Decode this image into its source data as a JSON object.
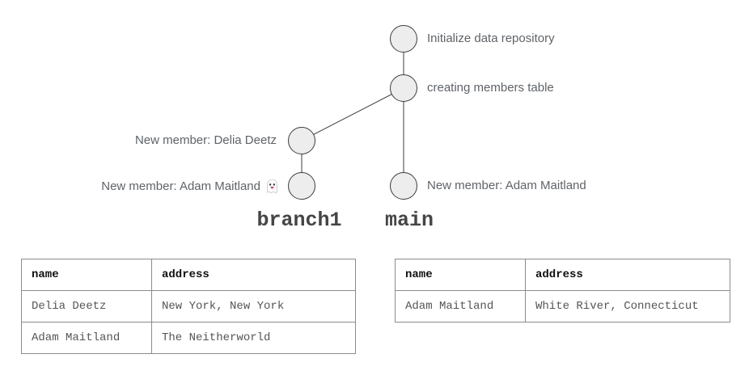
{
  "diagram": {
    "commits": [
      {
        "id": "init",
        "message": "Initialize data repository"
      },
      {
        "id": "members-table",
        "message": "creating members table"
      },
      {
        "id": "delia",
        "message": "New member: Delia Deetz"
      },
      {
        "id": "adam-branch1",
        "message": "New member: Adam Maitland",
        "emoji": "👻"
      },
      {
        "id": "adam-main",
        "message": "New member: Adam Maitland"
      }
    ],
    "branch_labels": [
      {
        "name": "branch1"
      },
      {
        "name": "main"
      }
    ]
  },
  "tables": {
    "branch1": {
      "columns": [
        "name",
        "address"
      ],
      "rows": [
        [
          "Delia Deetz",
          "New York, New York"
        ],
        [
          "Adam Maitland",
          "The Neitherworld"
        ]
      ]
    },
    "main": {
      "columns": [
        "name",
        "address"
      ],
      "rows": [
        [
          "Adam Maitland",
          "White River, Connecticut"
        ]
      ]
    }
  },
  "colors": {
    "background": "#ffffff",
    "node_fill": "#ededed",
    "node_stroke": "#3d3d3d",
    "edge_stroke": "#3d3d3d",
    "commit_text": "#5f6368",
    "branch_label_text": "#454545",
    "table_border": "#8c8c8c",
    "table_header_text": "#101010",
    "table_body_text": "#555555"
  }
}
